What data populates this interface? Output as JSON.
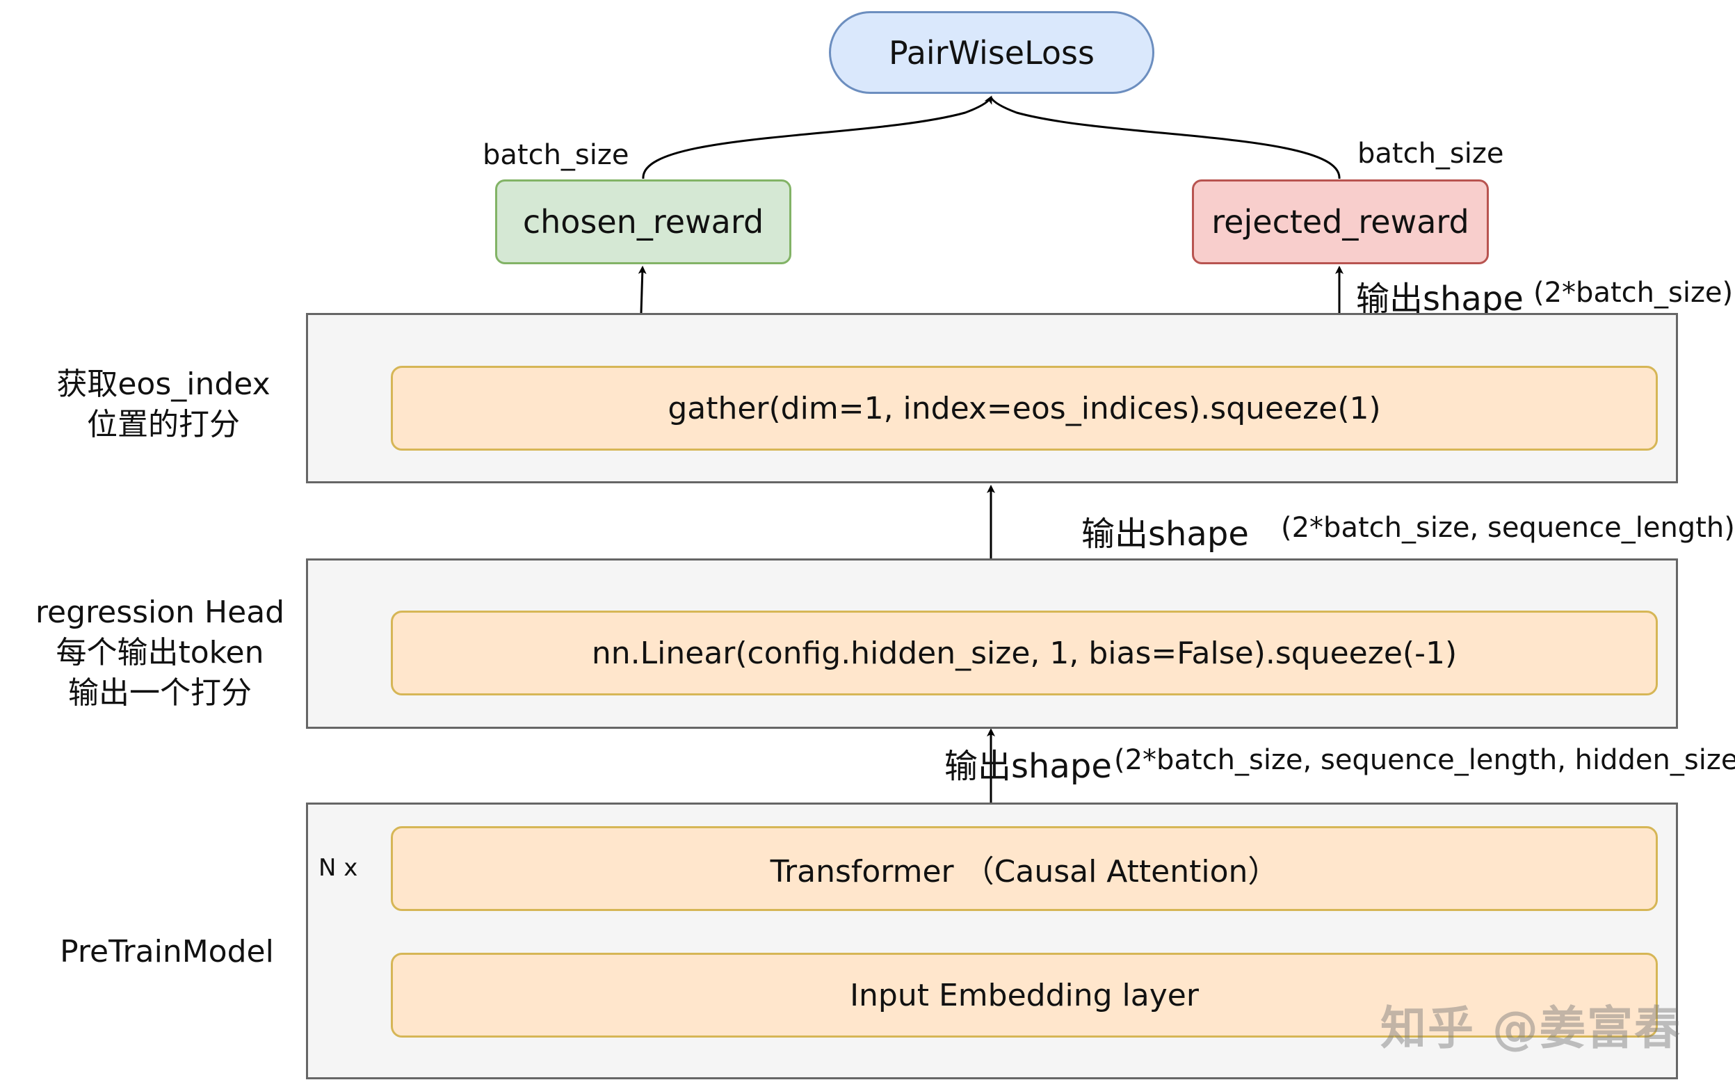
{
  "nodes": {
    "loss": "PairWiseLoss",
    "chosen": "chosen_reward",
    "rejected": "rejected_reward"
  },
  "edge_labels": {
    "batch_left": "batch_size",
    "batch_right": "batch_size",
    "out_top_main": "输出shape",
    "out_top_paren": "(2*batch_size)",
    "out_mid_main": "输出shape",
    "out_mid_paren": "(2*batch_size, sequence_length)",
    "out_low_main": "输出shape",
    "out_low_paren": "(2*batch_size, sequence_length, hidden_size)"
  },
  "blocks": {
    "gather": {
      "label_line1": "获取eos_index",
      "label_line2": "位置的打分",
      "op": "gather(dim=1, index=eos_indices).squeeze(1)"
    },
    "head": {
      "label_line1": "regression Head",
      "label_line2": "每个输出token",
      "label_line3": "输出一个打分",
      "op": "nn.Linear(config.hidden_size, 1, bias=False).squeeze(-1)"
    },
    "pretrain": {
      "label": "PreTrainModel",
      "repeat": "N x",
      "transformer": "Transformer （Causal Attention）",
      "embedding": "Input Embedding layer"
    }
  },
  "watermark": "知乎 @姜富春",
  "colors": {
    "loss_fill": "#dae8fc",
    "loss_stroke": "#6c8ebf",
    "chosen_fill": "#d5e8d4",
    "chosen_stroke": "#82b366",
    "rejected_fill": "#f8cecc",
    "rejected_stroke": "#b85450",
    "op_fill": "#ffe6cc",
    "op_stroke": "#d6b656",
    "container_fill": "#f5f5f5",
    "container_stroke": "#666666"
  }
}
